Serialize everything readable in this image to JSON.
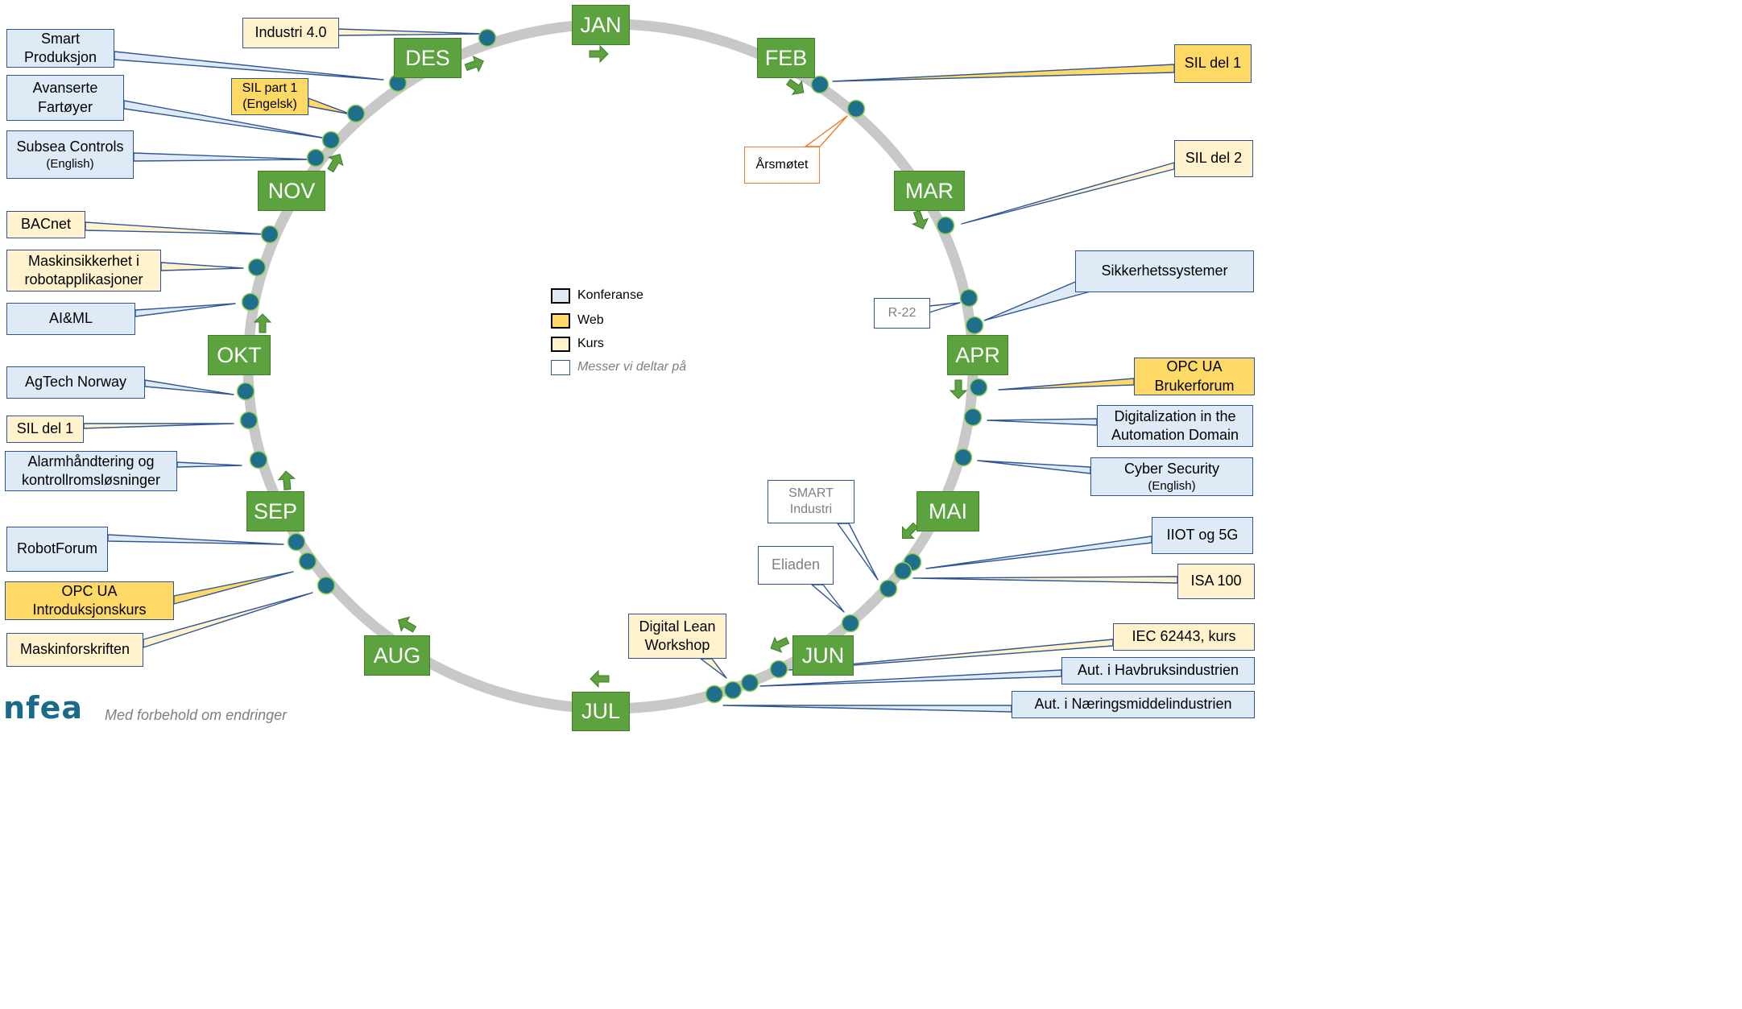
{
  "months": [
    "JAN",
    "FEB",
    "MAR",
    "APR",
    "MAI",
    "JUN",
    "JUL",
    "AUG",
    "SEP",
    "OKT",
    "NOV",
    "DES"
  ],
  "legend": [
    {
      "label": "Konferanse",
      "category": "conference",
      "color": "#deebf7"
    },
    {
      "label": "Web",
      "category": "web",
      "color": "#ffd966"
    },
    {
      "label": "Kurs",
      "category": "course",
      "color": "#fff2cc"
    },
    {
      "label": "Messer vi deltar på",
      "category": "fair",
      "color": "#ffffff"
    }
  ],
  "colors": {
    "month": "#5ca33f",
    "ring": "#c8c8c8",
    "dot": "#1f6e8c",
    "connector": "#2f5597",
    "arsmote": "#ed7d31"
  },
  "events": [
    {
      "id": "industri40",
      "lines": [
        "Industri 4.0"
      ],
      "category": "course"
    },
    {
      "id": "smartprod",
      "lines": [
        "Smart",
        "Produksjon"
      ],
      "category": "conference"
    },
    {
      "id": "silpart1",
      "lines": [
        "SIL part 1",
        "(Engelsk)"
      ],
      "category": "web"
    },
    {
      "id": "avanserte",
      "lines": [
        "Avanserte",
        "Fartøyer"
      ],
      "category": "conference"
    },
    {
      "id": "subsea",
      "lines": [
        "Subsea Controls"
      ],
      "sub": "(English)",
      "category": "conference"
    },
    {
      "id": "bacnet",
      "lines": [
        "BACnet"
      ],
      "category": "course"
    },
    {
      "id": "maskinsik",
      "lines": [
        "Maskinsikkerhet i",
        "robotapplikasjoner"
      ],
      "category": "course"
    },
    {
      "id": "aiml",
      "lines": [
        "AI&ML"
      ],
      "category": "conference"
    },
    {
      "id": "agtech",
      "lines": [
        "AgTech Norway"
      ],
      "category": "conference"
    },
    {
      "id": "sildel1okt",
      "lines": [
        "SIL del 1"
      ],
      "category": "course"
    },
    {
      "id": "alarm",
      "lines": [
        "Alarmhåndtering og",
        "kontrollromsløsninger"
      ],
      "category": "conference"
    },
    {
      "id": "robotforum",
      "lines": [
        "RobotForum"
      ],
      "category": "conference"
    },
    {
      "id": "opcintro",
      "lines": [
        "OPC UA",
        "Introduksjonskurs"
      ],
      "category": "web"
    },
    {
      "id": "maskinforskr",
      "lines": [
        "Maskinforskriften"
      ],
      "category": "course"
    },
    {
      "id": "sildel1feb",
      "lines": [
        "SIL del 1"
      ],
      "category": "web"
    },
    {
      "id": "arsmotet",
      "lines": [
        "Årsmøtet"
      ],
      "category": "meeting"
    },
    {
      "id": "sildel2",
      "lines": [
        "SIL del 2"
      ],
      "category": "course"
    },
    {
      "id": "sikkerhet",
      "lines": [
        "Sikkerhetssystemer"
      ],
      "category": "conference"
    },
    {
      "id": "r22",
      "lines": [
        "R-22"
      ],
      "category": "fair"
    },
    {
      "id": "opcbruker",
      "lines": [
        "OPC UA",
        "Brukerforum"
      ],
      "category": "web"
    },
    {
      "id": "digitalization",
      "lines": [
        "Digitalization in the",
        "Automation Domain"
      ],
      "category": "conference"
    },
    {
      "id": "cyber",
      "lines": [
        "Cyber Security"
      ],
      "sub": "(English)",
      "category": "conference"
    },
    {
      "id": "smartind",
      "lines": [
        "SMART",
        "Industri"
      ],
      "category": "fair"
    },
    {
      "id": "eliaden",
      "lines": [
        "Eliaden"
      ],
      "category": "fair"
    },
    {
      "id": "iiot",
      "lines": [
        "IIOT og 5G"
      ],
      "category": "conference"
    },
    {
      "id": "isa100",
      "lines": [
        "ISA 100"
      ],
      "category": "course"
    },
    {
      "id": "digitallean",
      "lines": [
        "Digital Lean",
        "Workshop"
      ],
      "category": "course"
    },
    {
      "id": "iec62443",
      "lines": [
        "IEC 62443, kurs"
      ],
      "category": "course"
    },
    {
      "id": "havbruk",
      "lines": [
        "Aut. i Havbruksindustrien"
      ],
      "category": "conference"
    },
    {
      "id": "naering",
      "lines": [
        "Aut. i Næringsmiddelindustrien"
      ],
      "category": "conference"
    }
  ],
  "footer": {
    "logo_text": "nfea",
    "disclaimer": "Med forbehold om endringer"
  }
}
